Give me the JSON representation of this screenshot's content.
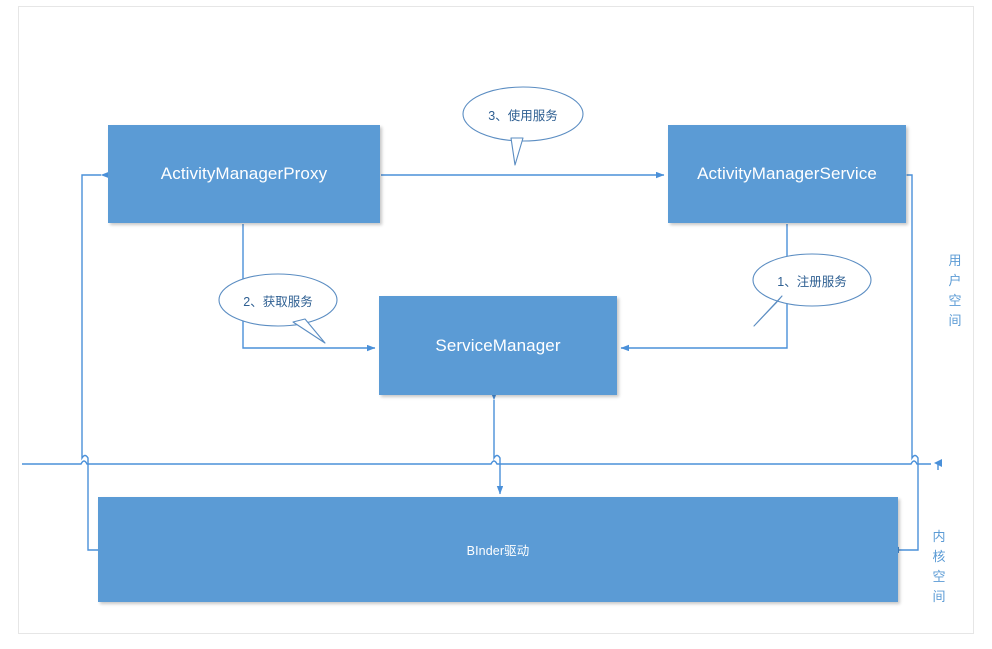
{
  "diagram": {
    "title": "Android Binder IPC architecture",
    "accent_color": "#5B9BD5",
    "text_color": "#2E5F92",
    "background": "#FFFFFF"
  },
  "nodes": [
    {
      "id": "amproxy",
      "label": "ActivityManagerProxy"
    },
    {
      "id": "amservice",
      "label": "ActivityManagerService"
    },
    {
      "id": "sm",
      "label": "ServiceManager"
    },
    {
      "id": "binder",
      "label": "BInder驱动"
    }
  ],
  "callouts": [
    {
      "id": "step3",
      "label": "3、使用服务"
    },
    {
      "id": "step2",
      "label": "2、获取服务"
    },
    {
      "id": "step1",
      "label": "1、注册服务"
    }
  ],
  "side_labels": [
    {
      "id": "user_space",
      "label": "用户空间"
    },
    {
      "id": "kernel_space",
      "label": "内核空间"
    }
  ]
}
